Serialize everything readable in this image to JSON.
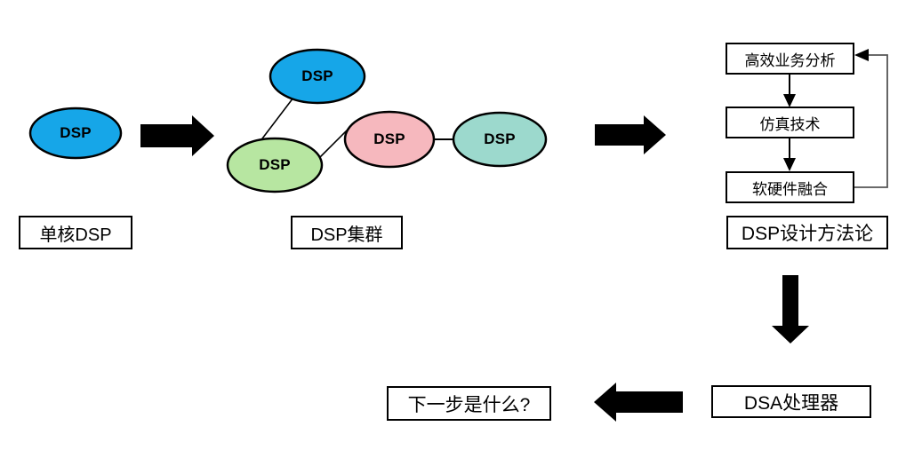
{
  "diagram": {
    "title": "DSP evolution to DSA processor flow diagram",
    "background_color": "#ffffff",
    "line_color": "#000000",
    "arrow_color": "#000000"
  },
  "stage1": {
    "caption": "单核DSP",
    "node": {
      "label": "DSP",
      "color": "#16A6E8"
    }
  },
  "stage2": {
    "caption": "DSP集群",
    "nodes": [
      {
        "label": "DSP",
        "color": "#16A6E8",
        "name": "cluster-node-blue"
      },
      {
        "label": "DSP",
        "color": "#B7E6A1",
        "name": "cluster-node-green"
      },
      {
        "label": "DSP",
        "color": "#F6B8BE",
        "name": "cluster-node-pink"
      },
      {
        "label": "DSP",
        "color": "#9CD9CD",
        "name": "cluster-node-teal"
      }
    ]
  },
  "stage3": {
    "caption": "DSP设计方法论",
    "steps": [
      {
        "label": "高效业务分析",
        "name": "flow-box-analysis"
      },
      {
        "label": "仿真技术",
        "name": "flow-box-simulation"
      },
      {
        "label": "软硬件融合",
        "name": "flow-box-fusion"
      }
    ]
  },
  "stage4": {
    "label": "DSA处理器"
  },
  "stage5": {
    "label": "下一步是什么?"
  },
  "arrows": {
    "arrow1_name": "arrow-right-single-to-cluster",
    "arrow2_name": "arrow-right-cluster-to-methodology",
    "arrow3_name": "arrow-down-methodology-to-dsa",
    "arrow4_name": "arrow-left-dsa-to-question"
  }
}
